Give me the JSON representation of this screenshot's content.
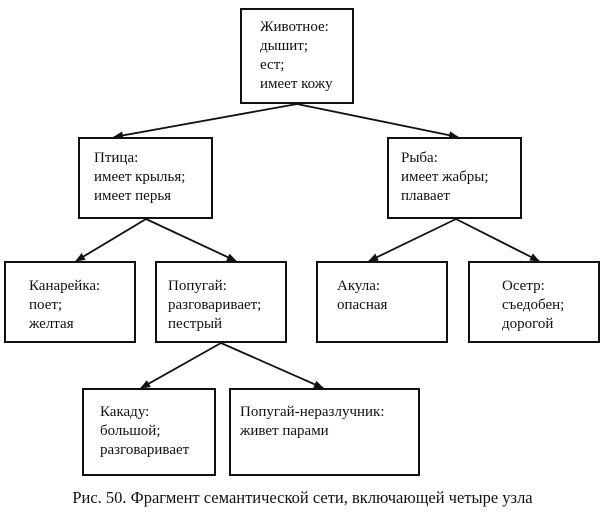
{
  "nodes": {
    "animal": {
      "lines": [
        "Животное:",
        "дышит;",
        "ест;",
        "имеет кожу"
      ]
    },
    "bird": {
      "lines": [
        "Птица:",
        "имеет крылья;",
        "имеет перья"
      ]
    },
    "fish": {
      "lines": [
        "Рыба:",
        "имеет жабры;",
        "плавает"
      ]
    },
    "canary": {
      "lines": [
        "Канарейка:",
        "поет;",
        "желтая"
      ]
    },
    "parrot": {
      "lines": [
        "Попугай:",
        "разговаривает;",
        "пестрый"
      ]
    },
    "shark": {
      "lines": [
        "Акула:",
        "опасная"
      ]
    },
    "sturgeon": {
      "lines": [
        "Осетр:",
        "съедобен;",
        "дорогой"
      ]
    },
    "cockatoo": {
      "lines": [
        "Какаду:",
        "большой;",
        "разговаривает"
      ]
    },
    "lovebird": {
      "lines": [
        "Попугай-неразлучник:",
        "живет парами"
      ]
    }
  },
  "edges": [
    {
      "from": "animal",
      "to": "bird"
    },
    {
      "from": "animal",
      "to": "fish"
    },
    {
      "from": "bird",
      "to": "canary"
    },
    {
      "from": "bird",
      "to": "parrot"
    },
    {
      "from": "fish",
      "to": "shark"
    },
    {
      "from": "fish",
      "to": "sturgeon"
    },
    {
      "from": "parrot",
      "to": "cockatoo"
    },
    {
      "from": "parrot",
      "to": "lovebird"
    }
  ],
  "caption": "Рис. 50. Фрагмент семантической сети, включающей четыре узла"
}
